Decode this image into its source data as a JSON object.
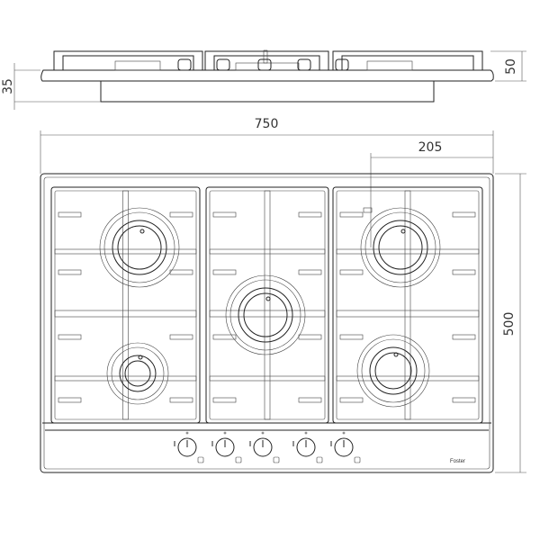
{
  "dimensions": {
    "depth_below": "35",
    "height_above": "50",
    "width": "750",
    "burner_offset": "205",
    "depth": "500"
  },
  "brand_logo": "Foster",
  "knob_count": 5,
  "burner_count": 5
}
